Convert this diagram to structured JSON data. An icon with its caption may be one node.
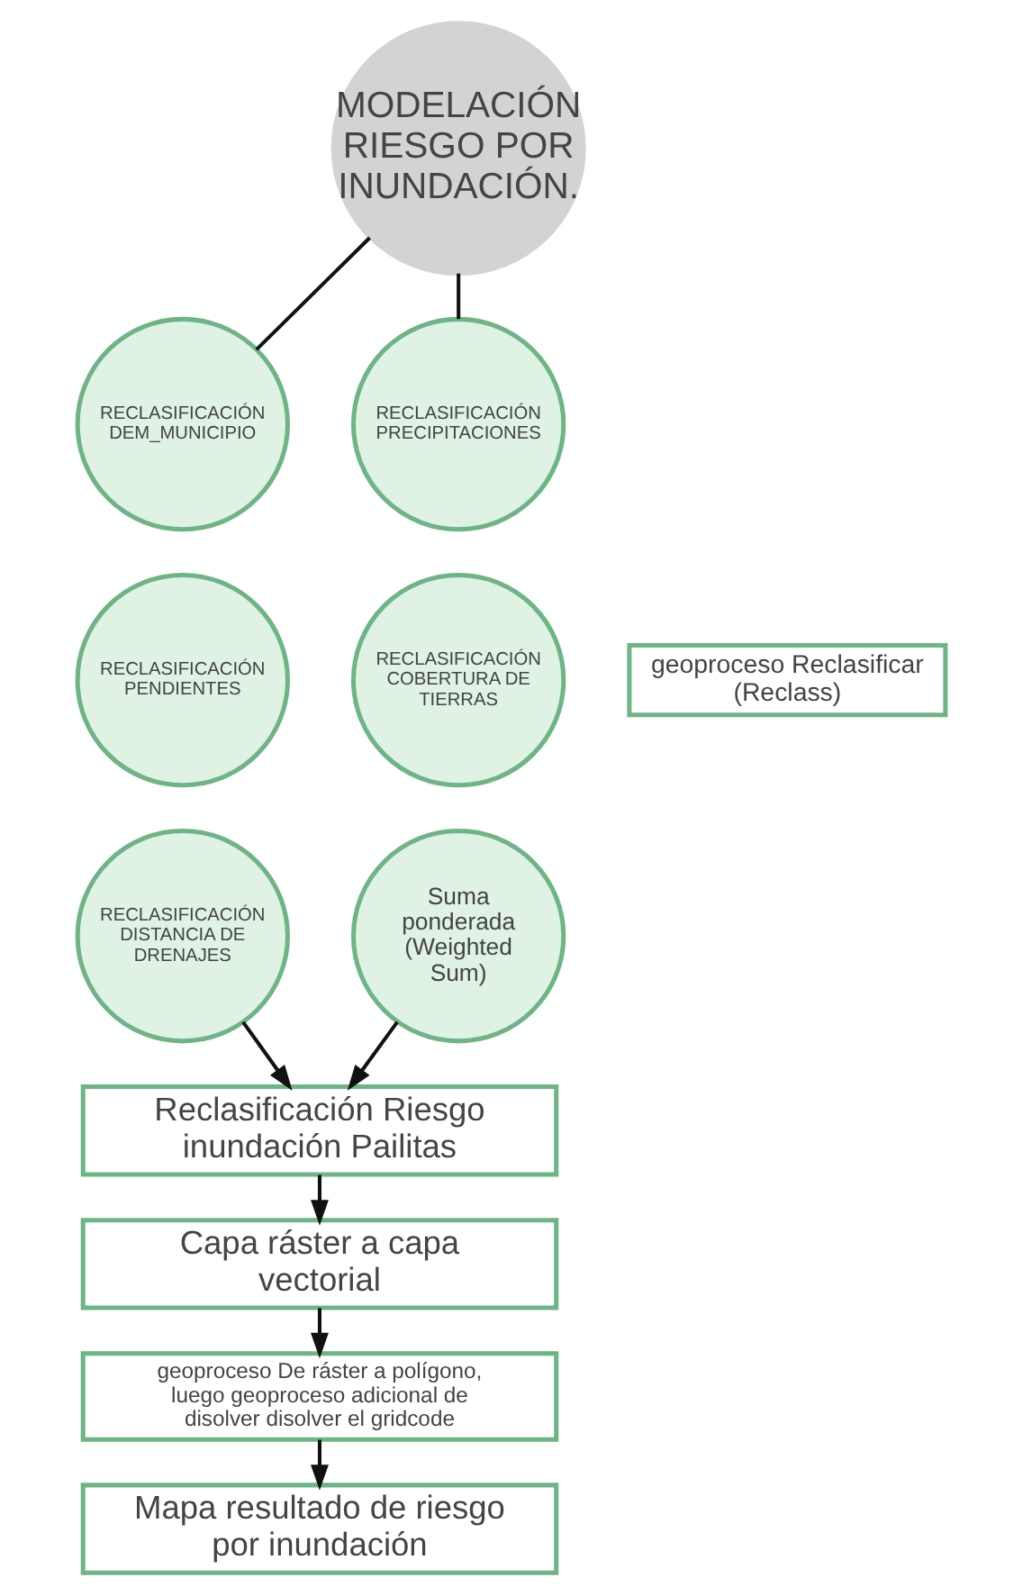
{
  "diagram": {
    "nodes": [
      {
        "text": [
          "MODELACIÓN RIESGO POR INUNDACIÓN."
        ]
      },
      {
        "text": [
          "RECLASIFICACIÓN DEM_MUNICIPIO"
        ]
      },
      {
        "text": [
          "RECLASIFICACIÓN PRECIPITACIONES"
        ]
      },
      {
        "text": [
          "geoproceso Reclasificar (Reclass)"
        ]
      },
      {
        "text": [
          "RECLASIFICACIÓN PENDIENTES"
        ]
      },
      {
        "text": [
          "RECLASIFICACIÓN COBERTURA DE TIERRAS"
        ]
      },
      {
        "text": [
          "RECLASIFICACIÓN DISTANCIA DE DRENAJES"
        ]
      },
      {
        "text": [
          "Suma ponderada (Weighted Sum)"
        ]
      },
      {
        "text": [
          "Reclasificación Riesgo inundación Pailitas"
        ]
      },
      {
        "text": [
          "Capa ráster a capa vectorial"
        ]
      },
      {
        "text": [
          "geoproceso De ráster a polígono, luego geoproceso adicional de disolver disolver el gridcode"
        ]
      },
      {
        "text": [
          "Mapa resultado de riesgo por inundación"
        ]
      }
    ],
    "edges": [
      {
        "from": 0,
        "to": 1,
        "arrow": "none"
      },
      {
        "from": 0,
        "to": 2,
        "arrow": "none"
      },
      {
        "from": 6,
        "to": 8,
        "arrow": "to"
      },
      {
        "from": 7,
        "to": 8,
        "arrow": "to"
      },
      {
        "from": 8,
        "to": 9,
        "arrow": "to"
      },
      {
        "from": 9,
        "to": 10,
        "arrow": "to"
      },
      {
        "from": 10,
        "to": 11,
        "arrow": "to"
      }
    ]
  }
}
